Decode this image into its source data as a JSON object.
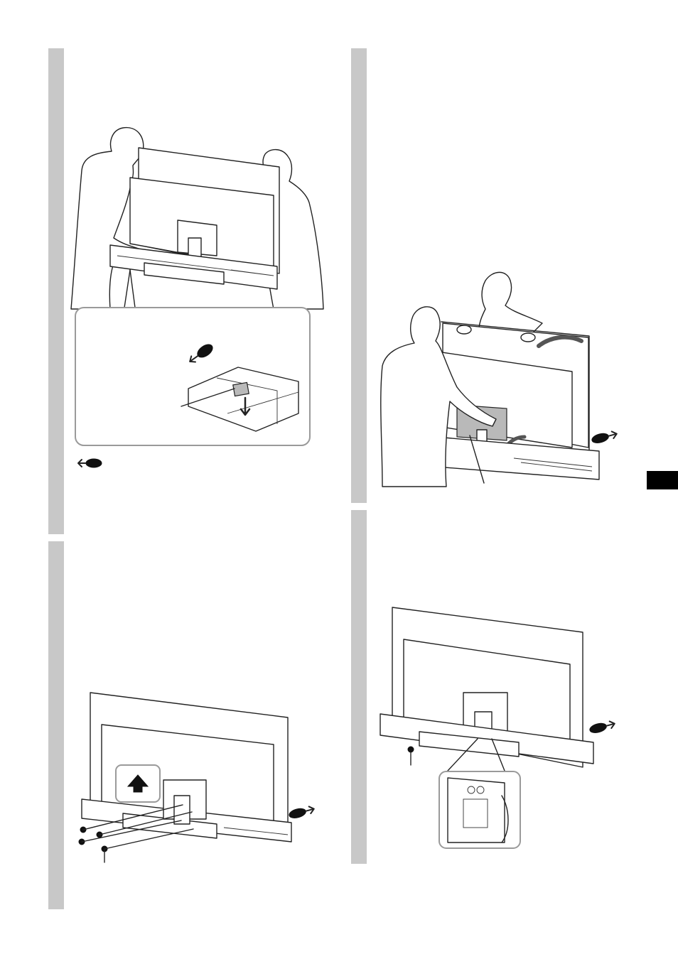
{
  "page": {
    "steps": [
      {
        "step": "step-1",
        "panel": "top-left"
      },
      {
        "step": "step-2",
        "panel": "top-right"
      },
      {
        "step": "step-3",
        "panel": "bottom-left"
      },
      {
        "step": "step-4",
        "panel": "bottom-right"
      }
    ],
    "icons": {
      "front_direction_arrow": "hand-pointer-arrow-icon",
      "front_direction_left": "hand-pointer-left-icon",
      "up_arrow": "up-arrow-icon",
      "screw": "screw-icon"
    },
    "colors": {
      "step_bar": "#c8c8c8",
      "tab_marker": "#000000",
      "callout_border": "#9a9a9a",
      "line_art": "#222222",
      "highlight_part": "#b9b9b9"
    }
  }
}
